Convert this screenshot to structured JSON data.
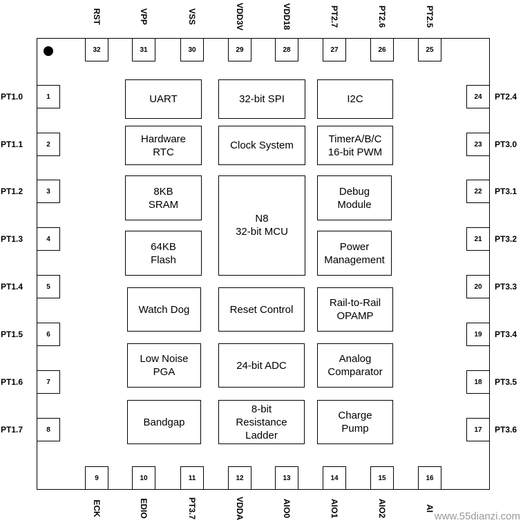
{
  "pins": {
    "top": [
      {
        "num": "32",
        "name": "RST"
      },
      {
        "num": "31",
        "name": "VPP"
      },
      {
        "num": "30",
        "name": "VSS"
      },
      {
        "num": "29",
        "name": "VDD3V"
      },
      {
        "num": "28",
        "name": "VDD18"
      },
      {
        "num": "27",
        "name": "PT2.7"
      },
      {
        "num": "26",
        "name": "PT2.6"
      },
      {
        "num": "25",
        "name": "PT2.5"
      }
    ],
    "left": [
      {
        "num": "1",
        "name": "PT1.0"
      },
      {
        "num": "2",
        "name": "PT1.1"
      },
      {
        "num": "3",
        "name": "PT1.2"
      },
      {
        "num": "4",
        "name": "PT1.3"
      },
      {
        "num": "5",
        "name": "PT1.4"
      },
      {
        "num": "6",
        "name": "PT1.5"
      },
      {
        "num": "7",
        "name": "PT1.6"
      },
      {
        "num": "8",
        "name": "PT1.7"
      }
    ],
    "right": [
      {
        "num": "24",
        "name": "PT2.4"
      },
      {
        "num": "23",
        "name": "PT3.0"
      },
      {
        "num": "22",
        "name": "PT3.1"
      },
      {
        "num": "21",
        "name": "PT3.2"
      },
      {
        "num": "20",
        "name": "PT3.3"
      },
      {
        "num": "19",
        "name": "PT3.4"
      },
      {
        "num": "18",
        "name": "PT3.5"
      },
      {
        "num": "17",
        "name": "PT3.6"
      }
    ],
    "bottom": [
      {
        "num": "9",
        "name": "ECK"
      },
      {
        "num": "10",
        "name": "EDIO"
      },
      {
        "num": "11",
        "name": "PT3.7"
      },
      {
        "num": "12",
        "name": "VDDA"
      },
      {
        "num": "13",
        "name": "AIO0"
      },
      {
        "num": "14",
        "name": "AIO1"
      },
      {
        "num": "15",
        "name": "AIO2"
      },
      {
        "num": "16",
        "name": "AI"
      }
    ]
  },
  "blocks": {
    "uart": "UART",
    "spi": "32-bit SPI",
    "i2c": "I2C",
    "rtc": "Hardware\nRTC",
    "clock": "Clock System",
    "timer": "TimerA/B/C\n16-bit PWM",
    "sram": "8KB\nSRAM",
    "mcu": "N8\n32-bit MCU",
    "debug": "Debug\nModule",
    "flash": "64KB\nFlash",
    "power": "Power\nManagement",
    "watchdog": "Watch Dog",
    "reset": "Reset Control",
    "opamp": "Rail-to-Rail\nOPAMP",
    "pga": "Low Noise\nPGA",
    "adc": "24-bit ADC",
    "comparator": "Analog\nComparator",
    "bandgap": "Bandgap",
    "ladder": "8-bit\nResistance\nLadder",
    "pump": "Charge\nPump"
  },
  "watermark": "www.55dianzi.com"
}
